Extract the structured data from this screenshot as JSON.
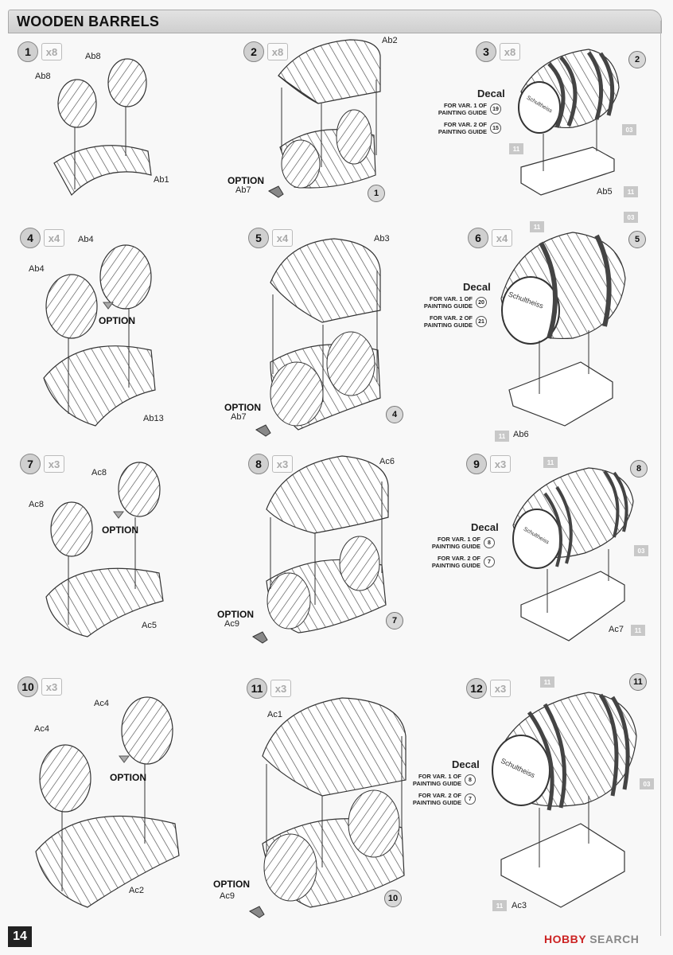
{
  "header": {
    "title": "WOODEN BARRELS"
  },
  "page_number": "14",
  "watermark": {
    "brand": "HOBBY",
    "rest": "SEARCH"
  },
  "steps": [
    {
      "num": "1",
      "mult": "x8"
    },
    {
      "num": "2",
      "mult": "x8"
    },
    {
      "num": "3",
      "mult": "x8"
    },
    {
      "num": "4",
      "mult": "x4"
    },
    {
      "num": "5",
      "mult": "x4"
    },
    {
      "num": "6",
      "mult": "x4"
    },
    {
      "num": "7",
      "mult": "x3"
    },
    {
      "num": "8",
      "mult": "x3"
    },
    {
      "num": "9",
      "mult": "x3"
    },
    {
      "num": "10",
      "mult": "x3"
    },
    {
      "num": "11",
      "mult": "x3"
    },
    {
      "num": "12",
      "mult": "x3"
    }
  ],
  "labels": {
    "ab8a": "Ab8",
    "ab8b": "Ab8",
    "ab1": "Ab1",
    "ab2": "Ab2",
    "ab7a": "Ab7",
    "ab5": "Ab5",
    "ab4a": "Ab4",
    "ab4b": "Ab4",
    "ab13": "Ab13",
    "ab3": "Ab3",
    "ab7b": "Ab7",
    "ab6": "Ab6",
    "ac8a": "Ac8",
    "ac8b": "Ac8",
    "ac5": "Ac5",
    "ac6": "Ac6",
    "ac9a": "Ac9",
    "ac7": "Ac7",
    "ac4a": "Ac4",
    "ac4b": "Ac4",
    "ac2": "Ac2",
    "ac1": "Ac1",
    "ac9b": "Ac9",
    "ac3": "Ac3"
  },
  "option_label": "OPTION",
  "decal": {
    "title": "Decal",
    "var1": "FOR VAR. 1 OF PAINTING GUIDE",
    "var2": "FOR VAR. 2 OF PAINTING GUIDE",
    "step3": {
      "v1": "19",
      "v2": "15"
    },
    "step6": {
      "v1": "20",
      "v2": "21"
    },
    "step9": {
      "v1": "8",
      "v2": "7"
    },
    "step12": {
      "v1": "8",
      "v2": "7"
    }
  },
  "ref_circles": {
    "r1": "1",
    "r2": "2",
    "r4": "4",
    "r5": "5",
    "r7": "7",
    "r8": "8",
    "r10": "10",
    "r11": "11"
  },
  "paint_refs": {
    "p03": "03",
    "p11": "11"
  },
  "barrel_text": "Schultheiss"
}
